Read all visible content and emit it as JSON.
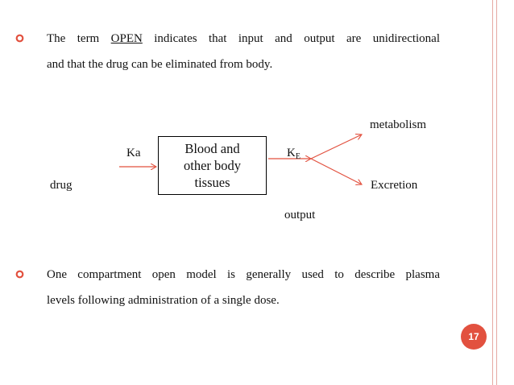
{
  "bullets": [
    {
      "lines": [
        {
          "before": "The term ",
          "underlined": "OPEN",
          "after": " indicates that input and output are unidirectional"
        },
        {
          "before": "and that the drug can be eliminated from body.",
          "underlined": "",
          "after": ""
        }
      ]
    },
    {
      "lines": [
        {
          "before": "One compartment open model is generally used to describe plasma",
          "underlined": "",
          "after": ""
        },
        {
          "before": "levels following administration of a single dose.",
          "underlined": "",
          "after": ""
        }
      ]
    }
  ],
  "diagram": {
    "input_label": "drug",
    "ka_label": "Ka",
    "box_lines": [
      "Blood and",
      "other body",
      "tissues"
    ],
    "ke_main": "K",
    "ke_sub": "E",
    "output_label": "output",
    "metabolism_label": "metabolism",
    "excretion_label": "Excretion"
  },
  "slide": {
    "page_number": "17",
    "bullet_icon": "ring-bullet-icon",
    "accent_color": "#e2513f",
    "border_color": "#e6a9a3"
  }
}
